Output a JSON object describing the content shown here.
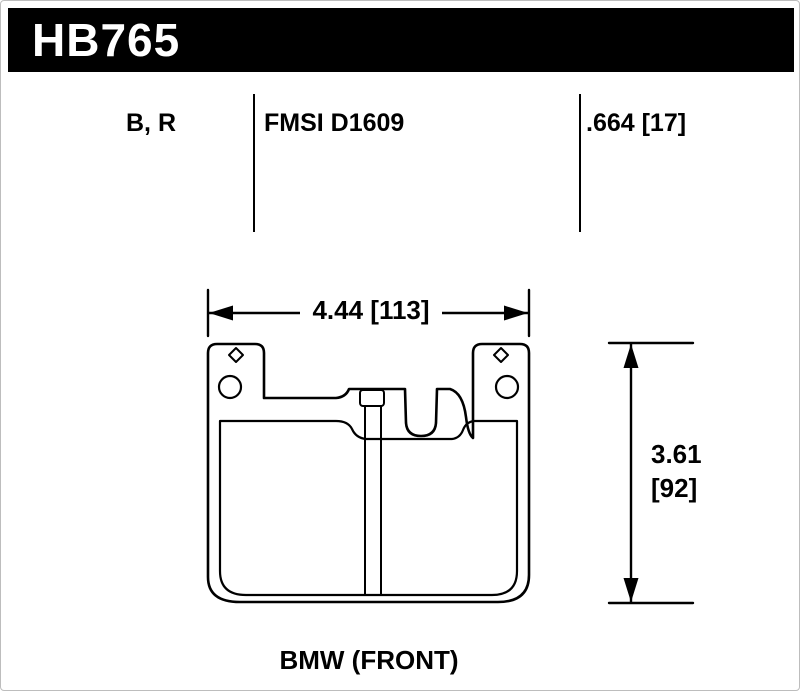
{
  "header": {
    "part_number": "HB765"
  },
  "specs": {
    "compounds": "B, R",
    "fmsi": "FMSI D1609",
    "pad_thickness": ".664 [17]"
  },
  "dims": {
    "width": "4.44 [113]",
    "height_in": "3.61",
    "height_mm": "[92]"
  },
  "footer": {
    "application": "BMW (FRONT)"
  },
  "colors": {
    "bar_bg": "#000000",
    "bar_text": "#ffffff",
    "line": "#000000",
    "background": "#ffffff"
  }
}
